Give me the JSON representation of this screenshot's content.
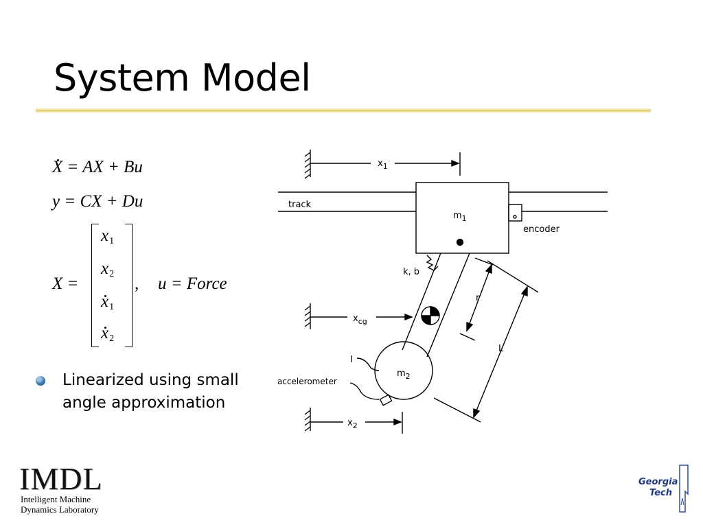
{
  "slide": {
    "title": "System Model"
  },
  "equations": {
    "state_lhs": "X",
    "state_rhs": "= AX + Bu",
    "output": "y = CX + Du",
    "vector_lhs": "X =",
    "vector_entries": [
      "x",
      "x",
      "x",
      "x"
    ],
    "vector_subscripts": [
      "1",
      "2",
      "1",
      "2"
    ],
    "control_definition": "u = Force",
    "comma": ","
  },
  "bullets": [
    {
      "text": "Linearized using small angle approximation"
    }
  ],
  "diagram": {
    "labels": {
      "x1": "x",
      "x1_sub": "1",
      "track": "track",
      "m1": "m",
      "m1_sub": "1",
      "encoder": "encoder",
      "kb": "k, b",
      "r": "r",
      "xcg": "x",
      "xcg_sub": "cg",
      "L": "L",
      "I": "I",
      "m2": "m",
      "m2_sub": "2",
      "accelerometer": "accelerometer",
      "x2": "x",
      "x2_sub": "2"
    }
  },
  "logos": {
    "imdl": {
      "mark": "IMDL",
      "line1": "Intelligent Machine",
      "line2": "Dynamics Laboratory"
    },
    "gatech": {
      "line1": "Georgia",
      "line2": "Tech"
    }
  },
  "colors": {
    "title_rule": "#e2cf78",
    "bullet": "#3b79ab",
    "gatech_accent": "#2c4fa3"
  }
}
